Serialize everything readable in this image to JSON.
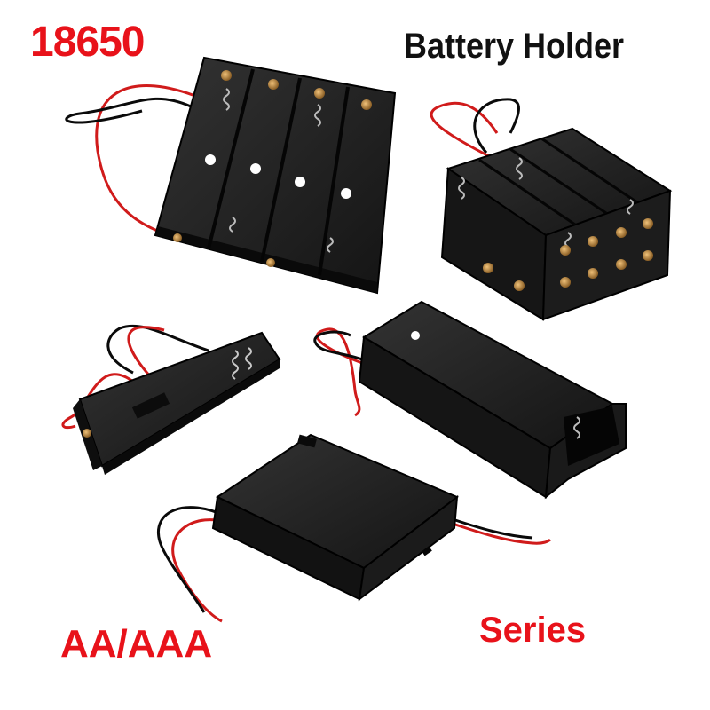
{
  "labels": {
    "size_18650": "18650",
    "title": "Battery Holder",
    "size_aa_aaa": "AA/AAA",
    "series": "Series"
  },
  "colors": {
    "label_red": "#e8121a",
    "label_black": "#111111",
    "plastic": "#141414",
    "wire_red": "#d01b1b",
    "wire_black": "#0a0a0a",
    "contact_brass": "#b8894a"
  },
  "products": [
    "4-slot 18650 battery holder",
    "8-slot double-layer battery holder",
    "1-slot 18650 battery holder",
    "2-slot enclosed battery box",
    "3-slot enclosed battery box with lid"
  ]
}
